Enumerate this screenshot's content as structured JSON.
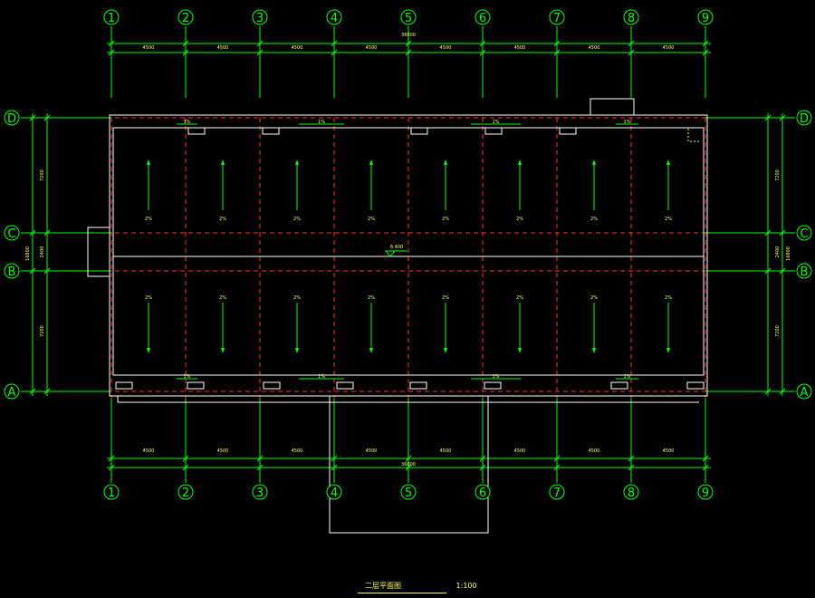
{
  "colors": {
    "background": "#000000",
    "grid_axis": "#00ff00",
    "dimension": "#00ff00",
    "center_line": "#ff3333",
    "wall_outline": "#ffffff",
    "annotation": "#ffff66"
  },
  "grid": {
    "columns": [
      "1",
      "2",
      "3",
      "4",
      "5",
      "6",
      "7",
      "8",
      "9"
    ],
    "rows": [
      "D",
      "C",
      "B",
      "A"
    ]
  },
  "dimensions": {
    "top_bay_labels": [
      "4500",
      "4500",
      "4500",
      "4500",
      "4500",
      "4500",
      "4500",
      "4500"
    ],
    "top_total": "36000",
    "bottom_bay_labels": [
      "4500",
      "4500",
      "4500",
      "4500",
      "4500",
      "4500",
      "4500",
      "4500"
    ],
    "bottom_total": "36000",
    "side_segment_labels": [
      "7200",
      "2400",
      "7200"
    ],
    "side_total_label": "16800"
  },
  "roof": {
    "upper_slope_labels": [
      "2%",
      "2%",
      "2%",
      "2%",
      "2%",
      "2%",
      "2%",
      "2%"
    ],
    "lower_slope_labels": [
      "2%",
      "2%",
      "2%",
      "2%",
      "2%",
      "2%",
      "2%",
      "2%"
    ],
    "gutter_top_labels": [
      "1%",
      "1%",
      "1%",
      "1%"
    ],
    "gutter_bottom_labels": [
      "1%",
      "1%",
      "1%",
      "1%"
    ],
    "ridge_label": "8.400"
  },
  "title_block": {
    "drawing_name": "二层平面图",
    "scale": "1:100"
  },
  "icons": {
    "axis_bubble": "circle-axis-marker-icon",
    "drain_box": "drain-outlet-icon",
    "slope_arrow": "arrow-icon",
    "level_mark": "level-triangle-icon"
  }
}
